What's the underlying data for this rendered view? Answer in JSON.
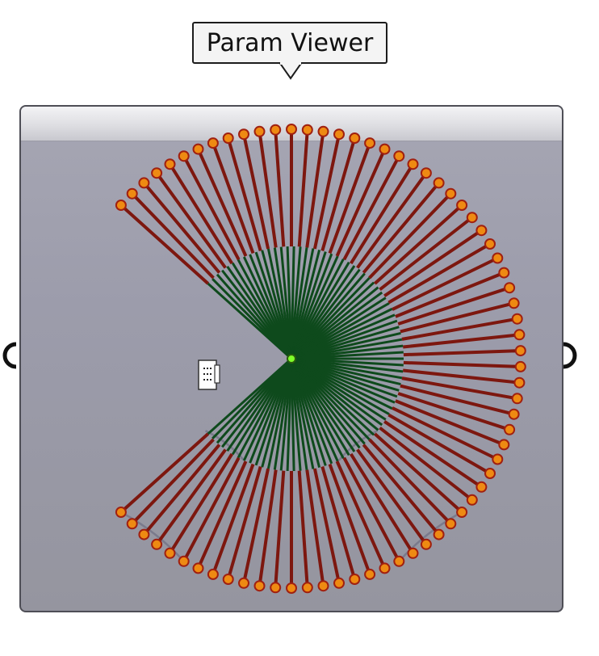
{
  "tooltip": {
    "label": "Param Viewer"
  },
  "colors": {
    "outer_branch": "#7d170f",
    "inner_branch": "#0e4a1c",
    "leaf_fill": "#ee8a12",
    "leaf_stroke": "#a02010",
    "root_fill": "#7fff2a",
    "guide_arc": "#7a7a8c",
    "panel": "#9c9cab",
    "header": "#dedee2"
  },
  "tree": {
    "outer_leaf_count": 70,
    "inner_branch_count": 85,
    "root_icon": "root-node-icon",
    "data_icon": "data-tree-icon"
  }
}
